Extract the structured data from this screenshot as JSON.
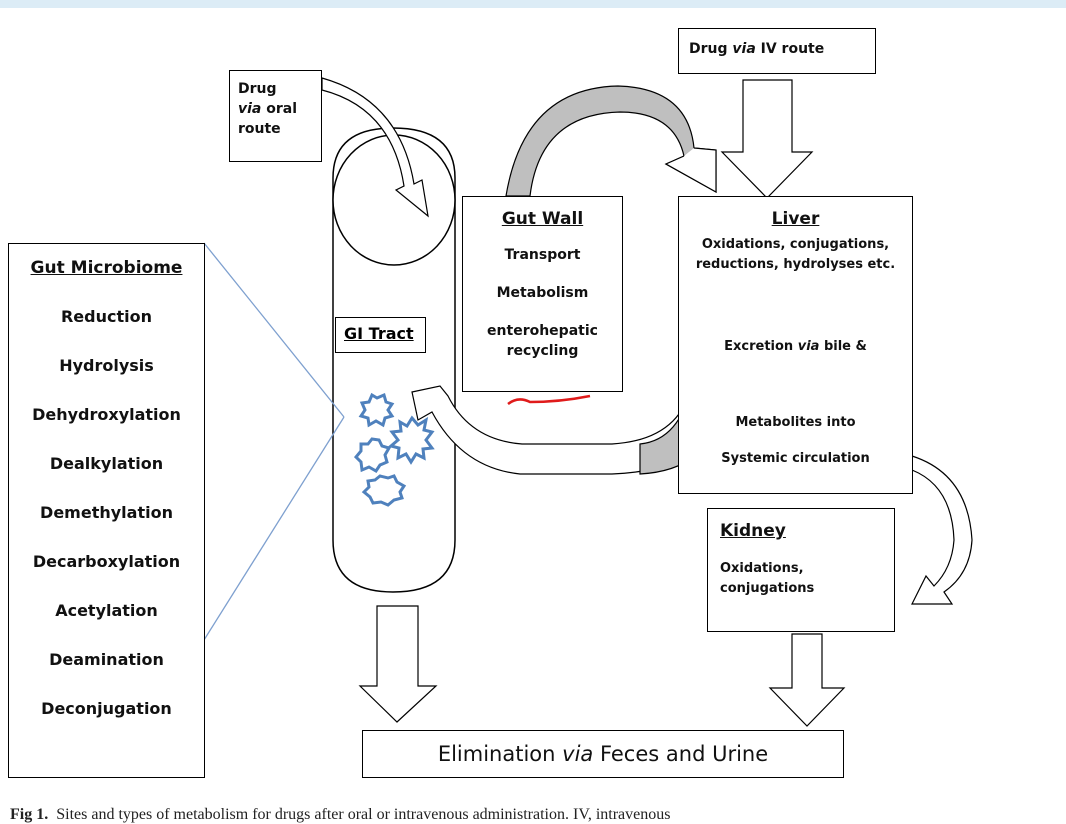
{
  "oral": {
    "line1": "Drug",
    "line2_em": "via",
    "line2_rest": " oral",
    "line3": "route"
  },
  "iv": {
    "prefix": "Drug ",
    "em": "via",
    "suffix": " IV route"
  },
  "microbiome": {
    "title": "Gut Microbiome",
    "items": [
      "Reduction",
      "Hydrolysis",
      "Dehydroxylation",
      "Dealkylation",
      "Demethylation",
      "Decarboxylation",
      "Acetylation",
      "Deamination",
      "Deconjugation"
    ]
  },
  "gi_tract": {
    "label": "GI Tract"
  },
  "gut_wall": {
    "title": "Gut Wall",
    "items": [
      "Transport",
      "Metabolism",
      "enterohepatic",
      "recycling"
    ]
  },
  "liver": {
    "title": "Liver",
    "line1": "Oxidations, conjugations,",
    "line2": "reductions, hydrolyses etc.",
    "excretion_prefix": "Excretion ",
    "excretion_em": "via",
    "excretion_suffix": " bile &",
    "metab1": "Metabolites into",
    "metab2": "Systemic circulation"
  },
  "kidney": {
    "title": "Kidney",
    "line1": "Oxidations,",
    "line2": "conjugations"
  },
  "elimination": {
    "prefix": "Elimination ",
    "em": "via",
    "suffix": " Feces and Urine"
  },
  "caption": {
    "label": "Fig 1.",
    "text": "Sites and types of metabolism for drugs after oral or intravenous administration. IV, intravenous"
  },
  "colors": {
    "microbe": "#4f81bd",
    "annotation": "#e01b1b",
    "connector": "#7ea0cf",
    "arrow_fill": "#bfbfbf"
  }
}
